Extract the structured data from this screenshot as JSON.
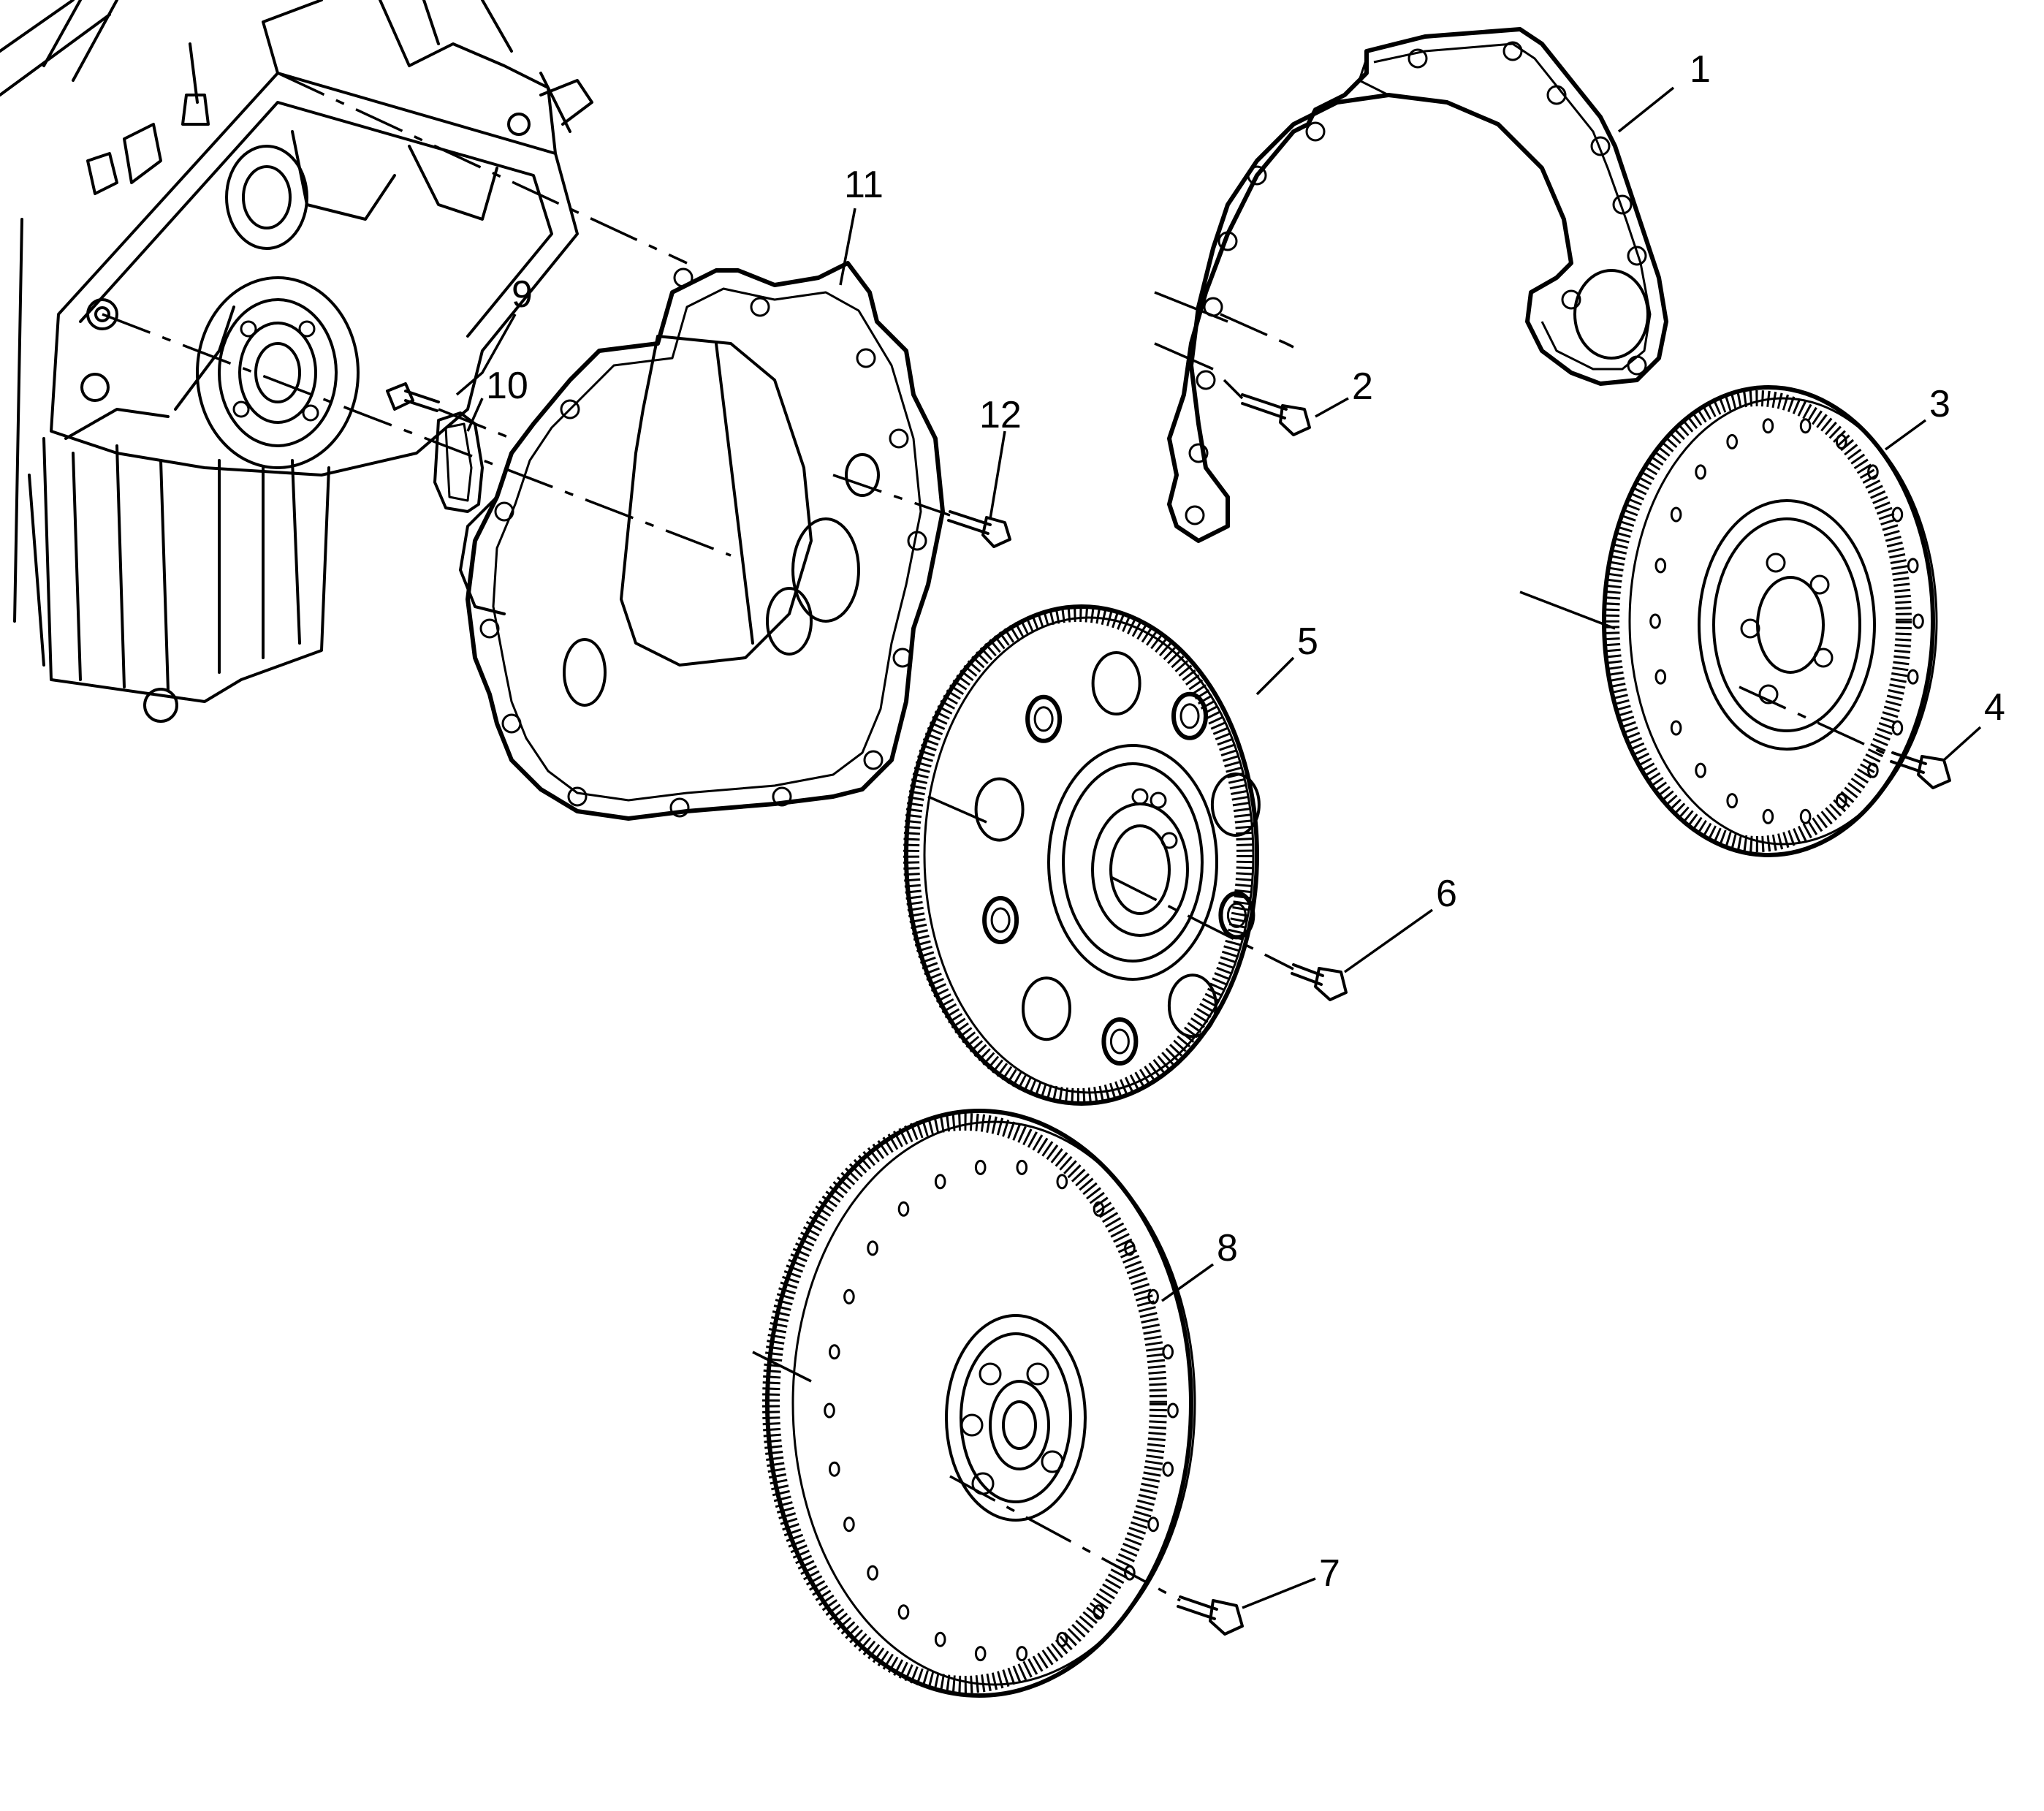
{
  "callouts": [
    {
      "id": "1",
      "text": "1"
    },
    {
      "id": "2",
      "text": "2"
    },
    {
      "id": "3",
      "text": "3"
    },
    {
      "id": "4",
      "text": "4"
    },
    {
      "id": "5",
      "text": "5"
    },
    {
      "id": "6",
      "text": "6"
    },
    {
      "id": "7",
      "text": "7"
    },
    {
      "id": "8",
      "text": "8"
    },
    {
      "id": "9",
      "text": "9"
    },
    {
      "id": "10",
      "text": "10"
    },
    {
      "id": "11",
      "text": "11"
    },
    {
      "id": "12",
      "text": "12"
    }
  ],
  "colors": {
    "line": "#000000",
    "background": "#ffffff"
  }
}
